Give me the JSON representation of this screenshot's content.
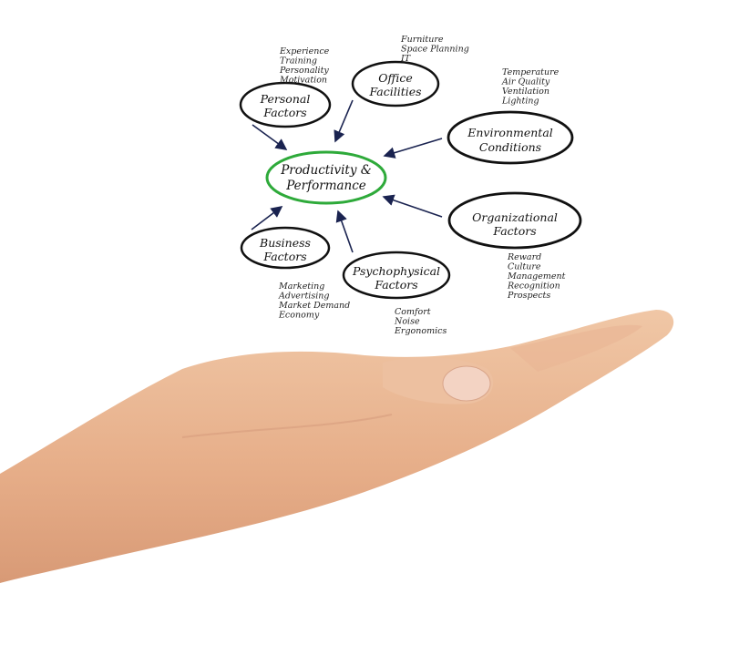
{
  "diagram": {
    "center": {
      "line1": "Productivity &",
      "line2": "Performance",
      "color": "#2eaa3a"
    },
    "nodes": [
      {
        "id": "personal",
        "line1": "Personal",
        "line2": "Factors",
        "items": [
          "Experience",
          "Training",
          "Personality",
          "Motivation"
        ]
      },
      {
        "id": "office",
        "line1": "Office",
        "line2": "Facilities",
        "items": [
          "Furniture",
          "Space Planning",
          "IT"
        ]
      },
      {
        "id": "environmental",
        "line1": "Environmental",
        "line2": "Conditions",
        "items": [
          "Temperature",
          "Air Quality",
          "Ventilation",
          "Lighting"
        ]
      },
      {
        "id": "organizational",
        "line1": "Organizational",
        "line2": "Factors",
        "items": [
          "Reward",
          "Culture",
          "Management",
          "Recognition",
          "Prospects"
        ]
      },
      {
        "id": "business",
        "line1": "Business",
        "line2": "Factors",
        "items": [
          "Marketing",
          "Advertising",
          "Market Demand",
          "Economy"
        ]
      },
      {
        "id": "psychophysical",
        "line1": "Psychophysical",
        "line2": "Factors",
        "items": [
          "Comfort",
          "Noise",
          "Ergonomics"
        ]
      }
    ]
  }
}
